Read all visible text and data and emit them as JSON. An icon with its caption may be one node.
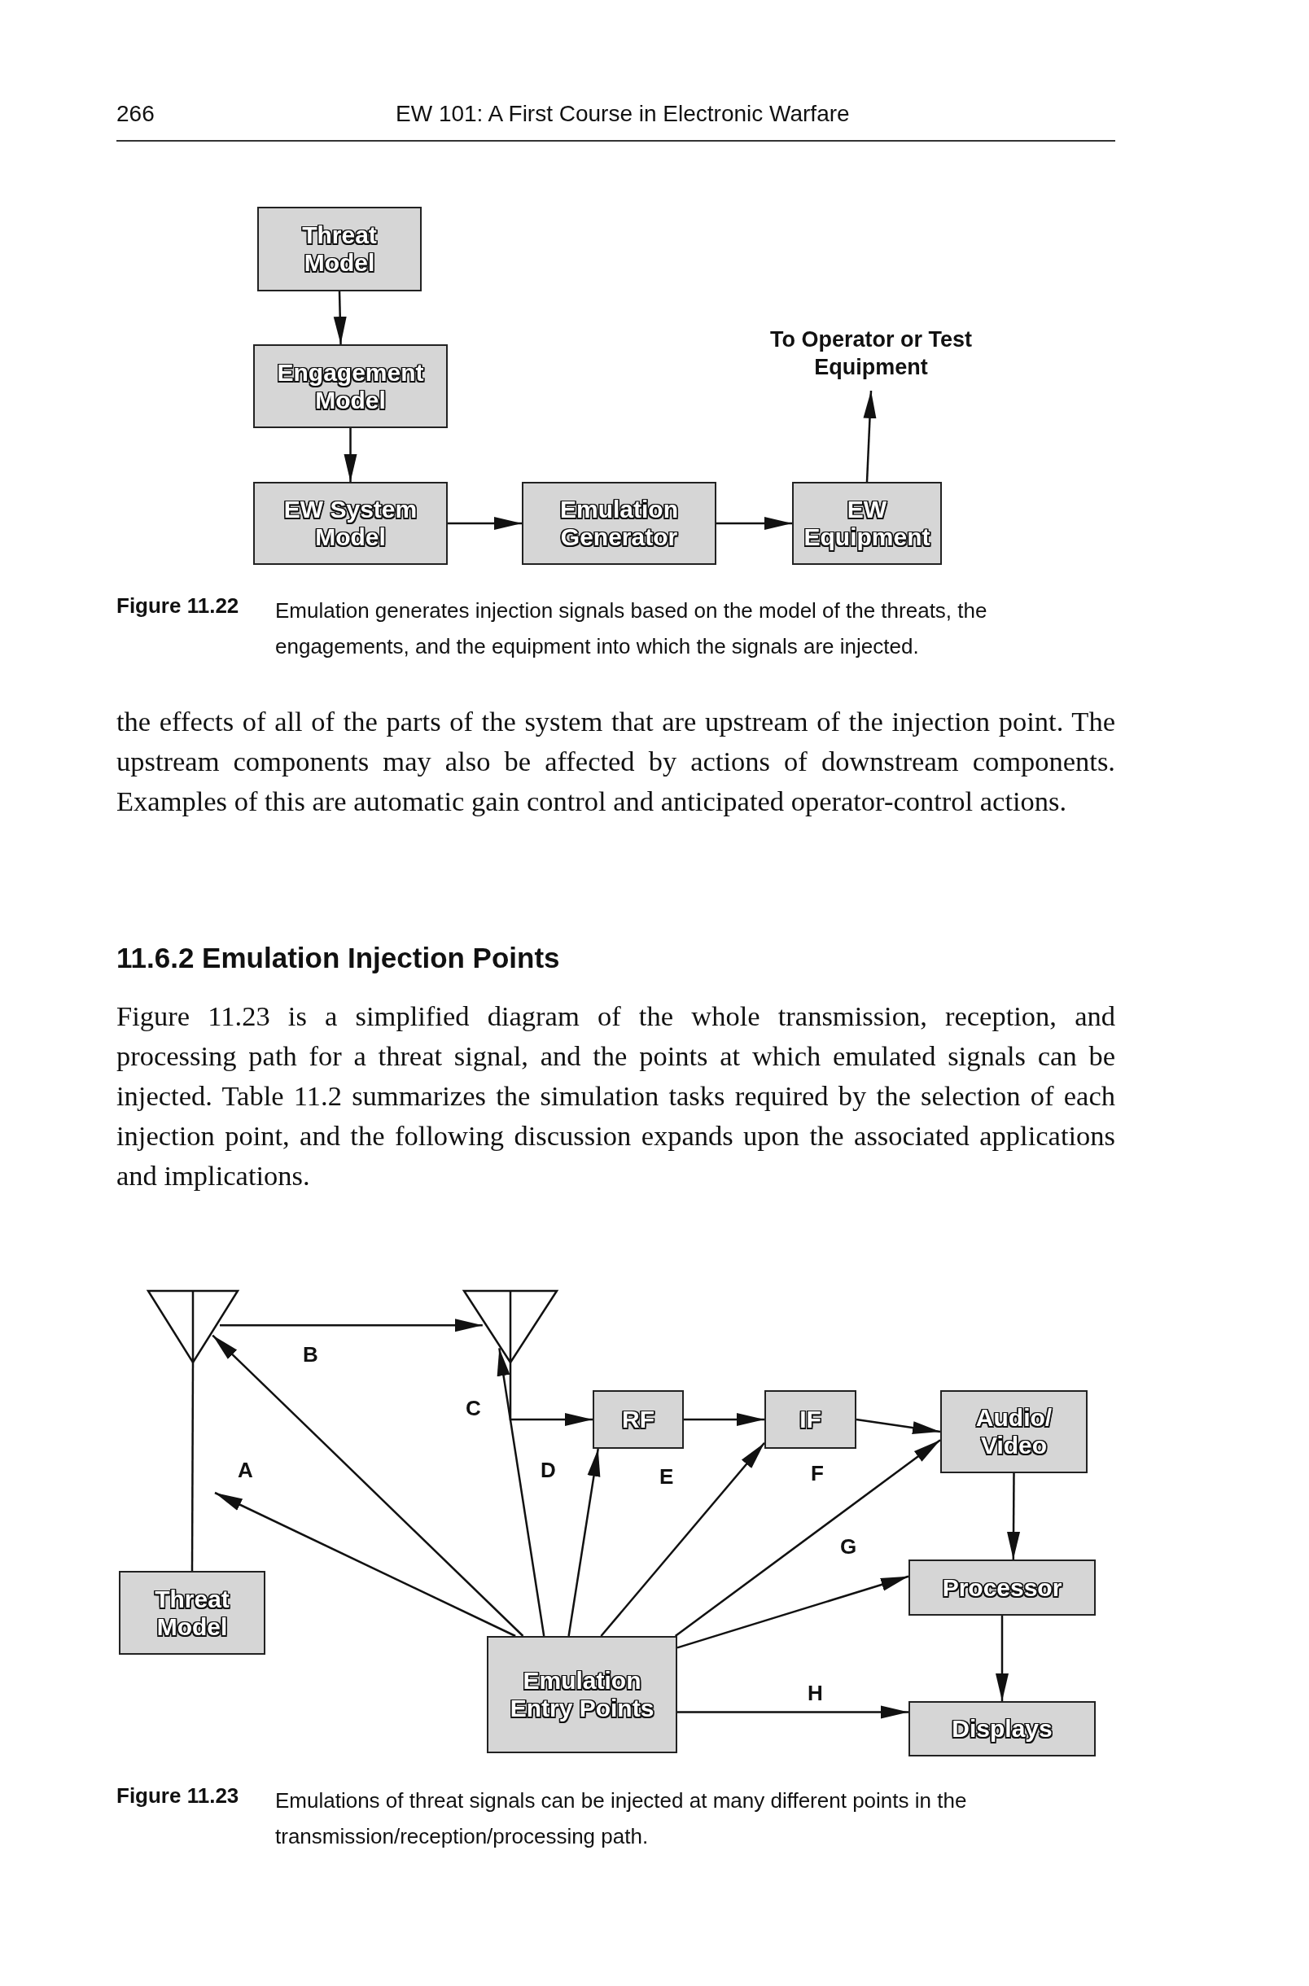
{
  "diagram": {
    "nodes": [
      {
        "text": [
          "Threat Model"
        ]
      },
      {
        "text": [
          "Engagement Model"
        ]
      },
      {
        "text": [
          "EW System Model"
        ]
      },
      {
        "text": [
          "Emulation Generator"
        ]
      },
      {
        "text": [
          "EW Equipment"
        ]
      },
      {
        "text": [
          "To Operator or Test Equipment"
        ]
      },
      {
        "text": [],
        "shape": "antenna"
      },
      {
        "text": [],
        "shape": "antenna"
      },
      {
        "text": [
          "RF"
        ]
      },
      {
        "text": [
          "IF"
        ]
      },
      {
        "text": [
          "Audio/ Video"
        ]
      },
      {
        "text": [
          "Processor"
        ]
      },
      {
        "text": [
          "Displays"
        ]
      },
      {
        "text": [
          "Threat Model"
        ]
      },
      {
        "text": [
          "Emulation Entry Points"
        ]
      }
    ],
    "edges": [
      {
        "from": 0,
        "to": 1,
        "arrow": "to"
      },
      {
        "from": 1,
        "to": 2,
        "arrow": "to"
      },
      {
        "from": 2,
        "to": 3,
        "arrow": "to"
      },
      {
        "from": 3,
        "to": 4,
        "arrow": "to"
      },
      {
        "from": 4,
        "to": 5,
        "arrow": "to"
      },
      {
        "from": 13,
        "to": 6,
        "arrow": "none"
      },
      {
        "from": 6,
        "to": 7,
        "arrow": "to"
      },
      {
        "from": 7,
        "to": 8,
        "arrow": "to"
      },
      {
        "from": 8,
        "to": 9,
        "arrow": "to"
      },
      {
        "from": 9,
        "to": 10,
        "arrow": "to"
      },
      {
        "from": 10,
        "to": 11,
        "arrow": "to"
      },
      {
        "from": 11,
        "to": 12,
        "arrow": "to"
      },
      {
        "from": 14,
        "to": null,
        "arrow": "to",
        "label": "A"
      },
      {
        "from": 14,
        "to": 6,
        "arrow": "to",
        "label": "B"
      },
      {
        "from": 14,
        "to": 7,
        "arrow": "to",
        "label": "C"
      },
      {
        "from": 14,
        "to": 8,
        "arrow": "to",
        "label": "D"
      },
      {
        "from": 14,
        "to": 9,
        "arrow": "to",
        "label": "E"
      },
      {
        "from": 14,
        "to": 10,
        "arrow": "to",
        "label": "F"
      },
      {
        "from": 14,
        "to": 11,
        "arrow": "to",
        "label": "G"
      },
      {
        "from": 14,
        "to": 12,
        "arrow": "to",
        "label": "H"
      }
    ],
    "labels": [
      "266",
      "EW 101: A First Course in Electronic Warfare",
      "Figure 11.22",
      "Emulation generates injection signals based on the model of the threats, the engagements, and the equipment into which the signals are injected.",
      "the effects of all of the parts of the system that are upstream of the injection point. The upstream components may also be affected by actions of downstream components. Examples of this are automatic gain control and anticipated operator-control actions.",
      "11.6.2 Emulation Injection Points",
      "Figure 11.23 is a simplified diagram of the whole transmission, reception, and processing path for a threat signal, and the points at which emulated signals can be injected. Table 11.2 summarizes the simulation tasks required by the selection of each injection point, and the following discussion expands upon the associated applications and implications.",
      "Figure 11.23",
      "Emulations of threat signals can be injected at many different points in the transmission/reception/processing path."
    ]
  }
}
